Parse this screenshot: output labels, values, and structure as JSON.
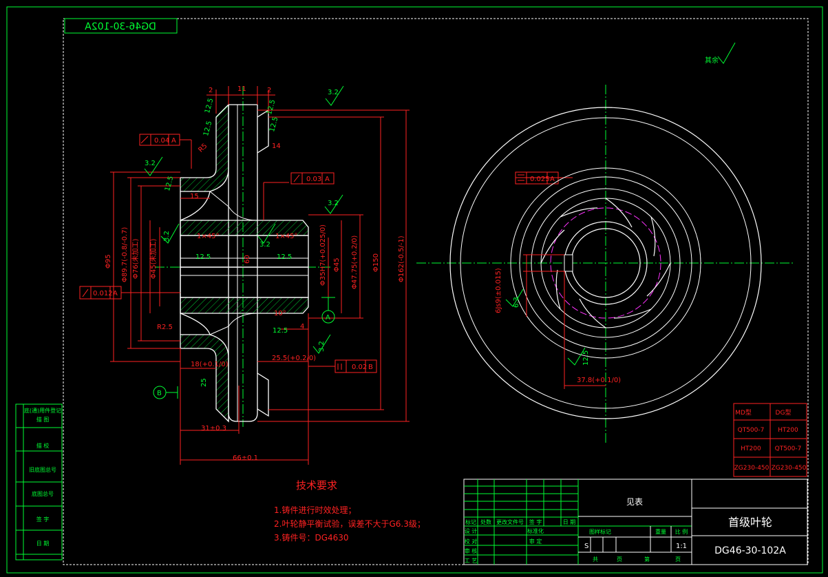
{
  "drawing_number_mirrored": "DG46-30-102A",
  "surface_finish_other": "其余",
  "roughness": {
    "r32": "3.2",
    "r125": "12.5",
    "r63": "6.3",
    "r25": "25"
  },
  "tolerances": {
    "runout_004": {
      "value": "0.04",
      "datum": "A"
    },
    "runout_003": {
      "value": "0.03",
      "datum": "A"
    },
    "runout_0012": {
      "value": "0.012",
      "datum": "A"
    },
    "parallel_002": {
      "value": "0.02",
      "datum": "B"
    },
    "symmetry_0025": {
      "value": "0.025",
      "datum": "A"
    }
  },
  "datums": {
    "a": "A",
    "b": "B"
  },
  "dimensions": {
    "d2a": "2",
    "d11": "11",
    "d2b": "2",
    "d14": "14",
    "d15": "15",
    "chamfer_left": "1×45°",
    "chamfer_right": "1×45°",
    "d60": "60",
    "d4": "4",
    "d10": "10°",
    "r25": "R2.5",
    "r5": "R5",
    "d95": "Φ95",
    "d89": "Φ89.7(-0.8/-0.7)",
    "d76": "Φ76(未加工)",
    "d45s": "Φ45(未加工)",
    "d35": "Φ35H7(+0.025/0)",
    "d45": "Φ45",
    "d47": "Φ47.75(+0.2/0)",
    "d150": "Φ150",
    "d162": "Φ162(-0.5/-1)",
    "d18": "18(+0.1/0)",
    "d255": "25.5(+0.2/0)",
    "d31": "31±0.3",
    "d66": "66±0.1",
    "keyway": "6Js9(±0.015)",
    "d378": "37.8(+0.1/0)"
  },
  "material_table": {
    "headers": [
      "MD型",
      "DG型"
    ],
    "rows": [
      [
        "QT500-7",
        "HT200"
      ],
      [
        "HT200",
        "QT500-7"
      ],
      [
        "ZG230-450",
        "ZG230-450"
      ]
    ]
  },
  "tech_req": {
    "title": "技术要求",
    "lines": [
      "1.铸件进行时效处理；",
      "2.叶轮静平衡试验，误差不大于G6.3级；",
      "3.铸件号：DG4630"
    ]
  },
  "left_block": [
    "底(通)用件登记",
    "描 图",
    "描 校",
    "旧底图总号",
    "底图总号",
    "签 字",
    "日 期"
  ],
  "title_block": {
    "material": "见表",
    "part_name": "首级叶轮",
    "drawing_no": "DG46-30-102A",
    "rev_headers": [
      "标记",
      "处数",
      "更改文件号",
      "签 字",
      "日 期"
    ],
    "sign_rows": [
      "设 计",
      "校 对",
      "审 核",
      "工 艺"
    ],
    "sign_rows_mid": [
      "标准化",
      "审 定"
    ],
    "stage_label": "图样标记",
    "weight_label": "重量",
    "scale_label": "比 例",
    "stage_value": "S",
    "scale_value": "1:1",
    "sheet_total": "共",
    "sheet_unit": "页",
    "sheet_no": "第",
    "sheet_unit2": "页"
  },
  "colors": {
    "line": "#ffffff",
    "dim": "#ff2222",
    "text": "#00ff33",
    "center": "#00ff33",
    "hatch": "#00cc33",
    "vane": "#ff33ff"
  }
}
